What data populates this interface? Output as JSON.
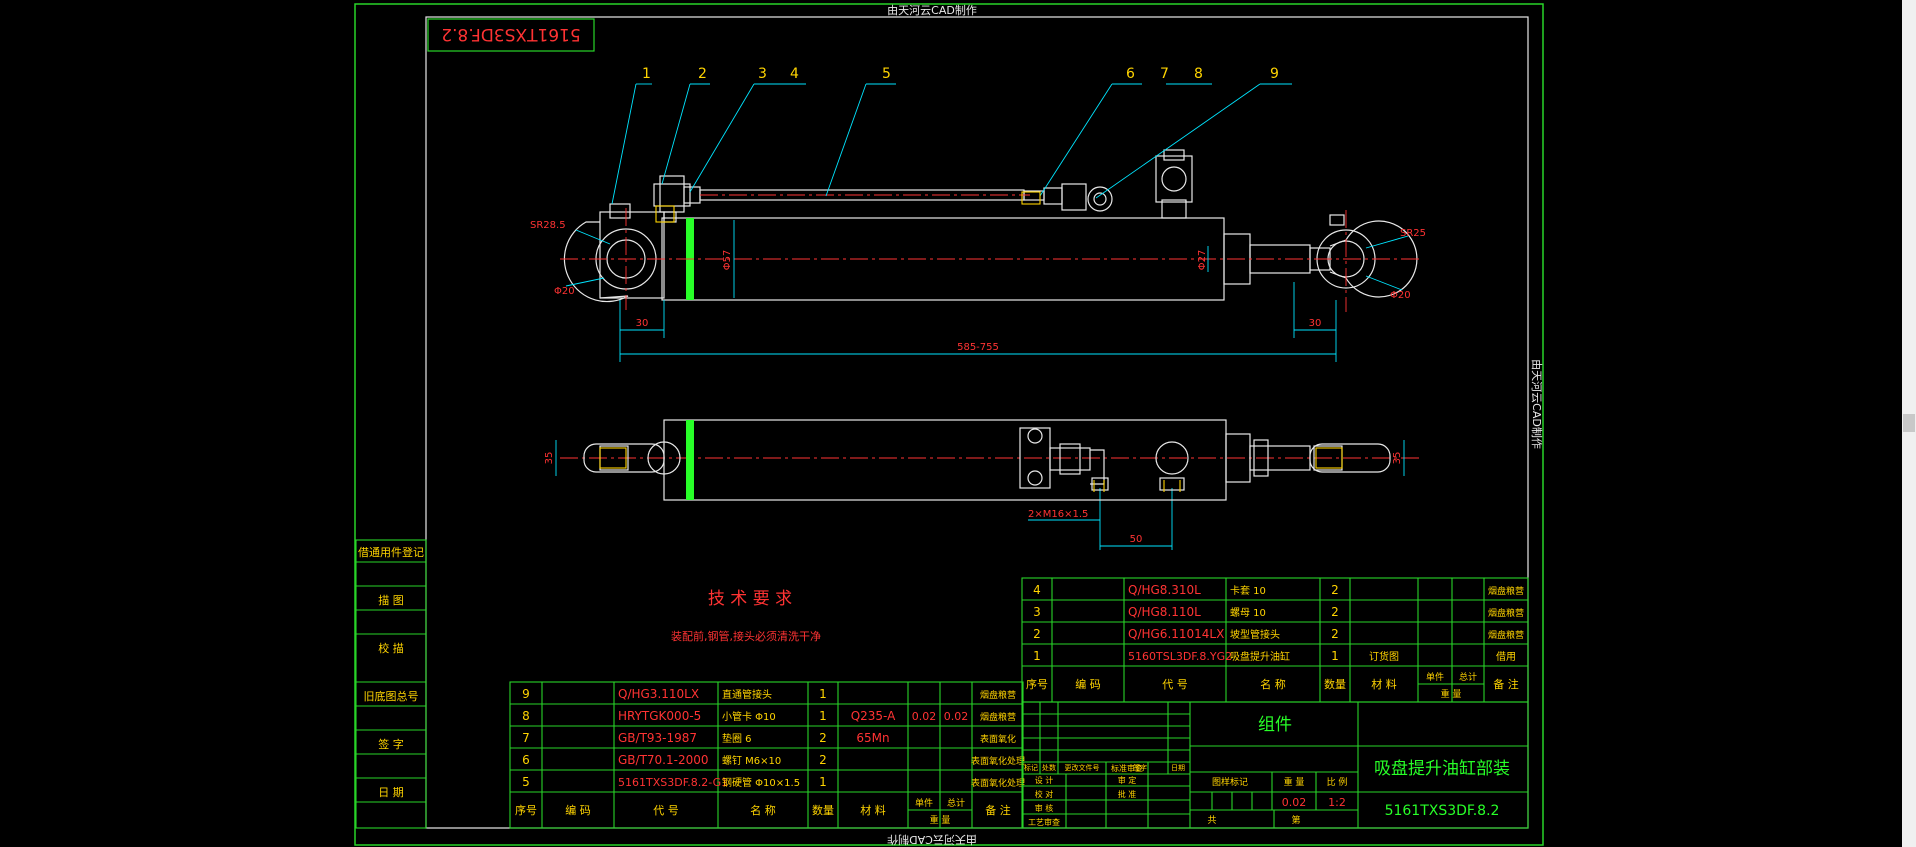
{
  "watermark": "由天河云CAD制作",
  "drawing_no_mirror": "5161TXS3DF.8.2",
  "leaders": [
    "1",
    "2",
    "3",
    "4",
    "5",
    "6",
    "7",
    "8",
    "9"
  ],
  "dims": {
    "sr_left": "SR28.5",
    "phi_left": "Φ20",
    "bore": "Φ57",
    "rod": "Φ27",
    "sr_right": "SR25",
    "phi_right": "Φ20",
    "left_eye": "30",
    "right_eye": "30",
    "stroke": "585-755",
    "side_left": "35",
    "side_right": "35",
    "ports": "2×M16×1.5",
    "port_pitch": "50"
  },
  "left_column": [
    "借通用件登记",
    "描 图",
    "校 描",
    "旧底图总号",
    "签 字",
    "日 期"
  ],
  "tech": {
    "title": "技 术 要 求",
    "body": "装配前,钢管,接头必须清洗干净"
  },
  "parts_lower": [
    {
      "no": "9",
      "code": "Q/HG3.110LX",
      "name": "直通管接头",
      "qty": "1",
      "mat": "",
      "w1": "",
      "w2": "",
      "note": "烟盘粮营"
    },
    {
      "no": "8",
      "code": "HRYTGK000-5",
      "name": "小管卡 Φ10",
      "qty": "1",
      "mat": "Q235-A",
      "w1": "0.02",
      "w2": "0.02",
      "note": "烟盘粮营"
    },
    {
      "no": "7",
      "code": "GB/T93-1987",
      "name": "垫圈 6",
      "qty": "2",
      "mat": "65Mn",
      "w1": "",
      "w2": "",
      "note": "表面氧化"
    },
    {
      "no": "6",
      "code": "GB/T70.1-2000",
      "name": "螺钉 M6×10",
      "qty": "2",
      "mat": "",
      "w1": "",
      "w2": "",
      "note": "表面氧化处理"
    },
    {
      "no": "5",
      "code": "5161TXS3DF.8.2-G1",
      "name": "钢硬管 Φ10×1.5",
      "qty": "1",
      "mat": "",
      "w1": "",
      "w2": "",
      "note": "表面氧化处理"
    }
  ],
  "header_lower": {
    "no": "序号",
    "mark": "编 码",
    "code": "代 号",
    "name": "名 称",
    "qty": "数量",
    "mat": "材 料",
    "w1": "单件",
    "w2": "总计",
    "wt": "重 量",
    "note": "备 注"
  },
  "parts_upper": [
    {
      "no": "4",
      "code": "Q/HG8.310L",
      "name": "卡套 10",
      "qty": "2",
      "mat": "",
      "note": "烟盘粮营"
    },
    {
      "no": "3",
      "code": "Q/HG8.110L",
      "name": "螺母 10",
      "qty": "2",
      "mat": "",
      "note": "烟盘粮营"
    },
    {
      "no": "2",
      "code": "Q/HG6.11014LX",
      "name": "坡型管接头",
      "qty": "2",
      "mat": "",
      "note": "烟盘粮营"
    },
    {
      "no": "1",
      "code": "5160TSL3DF.8.YG2",
      "name": "吸盘提升油缸",
      "qty": "1",
      "mat": "订货图",
      "note": "借用"
    }
  ],
  "header_upper": {
    "no": "序号",
    "mark": "编 码",
    "code": "代 号",
    "name": "名 称",
    "qty": "数量",
    "mat": "材 料",
    "w1": "单件",
    "w2": "总计",
    "wt": "重 量",
    "note": "备 注"
  },
  "title_block": {
    "component": "组件",
    "title": "吸盘提升油缸部装",
    "drawing_no": "5161TXS3DF.8.2",
    "stage_mark": "图样标记",
    "weight_label": "重 量",
    "scale_label": "比 例",
    "weight": "0.02",
    "scale": "1:2",
    "sheets": "共",
    "sheet": "第",
    "sign_rows": [
      "标记",
      "处数",
      "更改文件号",
      "签字",
      "日期"
    ],
    "roles": [
      "设 计",
      "校 对",
      "审 核",
      "工艺审查"
    ],
    "roles2": [
      "标准审查",
      "审 定",
      "批 准",
      ""
    ]
  }
}
